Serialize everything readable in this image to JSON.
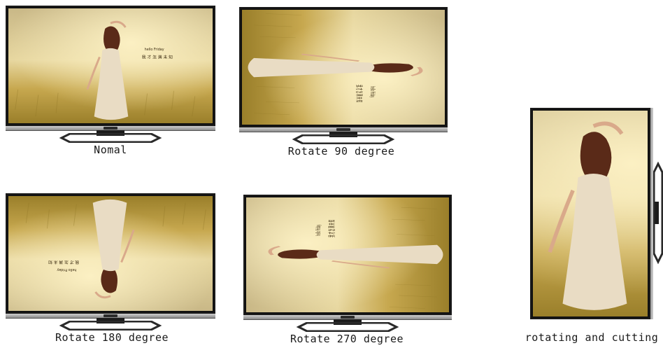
{
  "captions": {
    "normal": "Nomal",
    "rotate90": "Rotate 90 degree",
    "rotate180": "Rotate 180 degree",
    "rotate270": "Rotate 270 degree",
    "rotating_cutting": "rotating and cutting"
  },
  "colors": {
    "frame": "#1a1a1a",
    "stand": "#2a2a2a",
    "sky": "#d8c58a",
    "field": "#b79a3c"
  }
}
